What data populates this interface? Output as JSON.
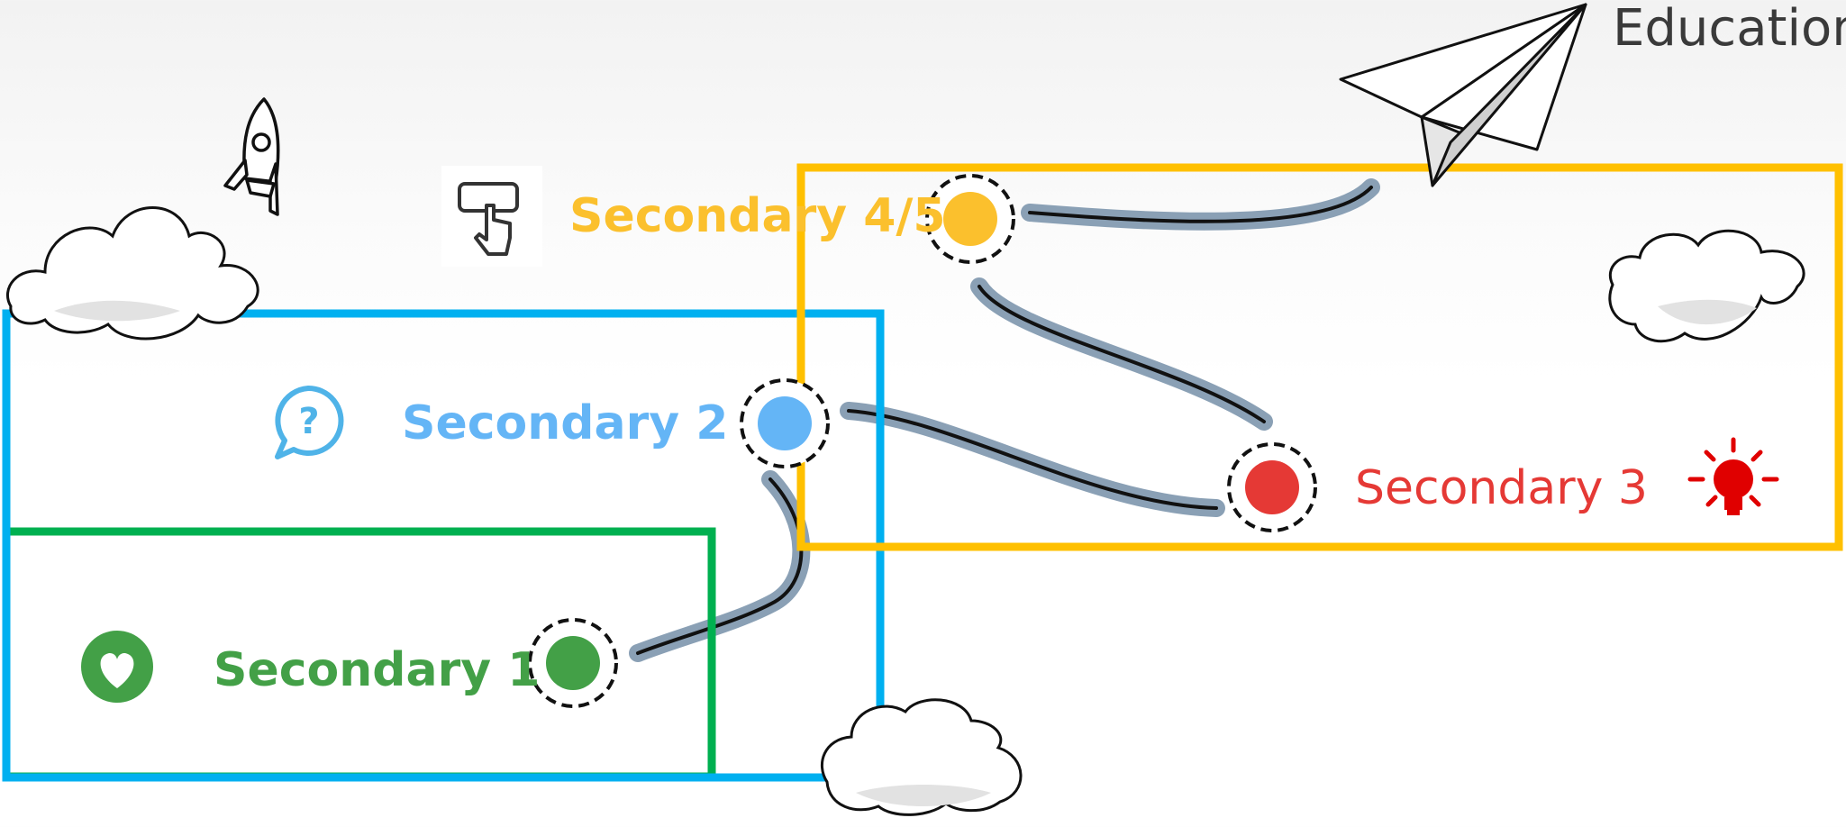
{
  "title": "Education",
  "nodes": [
    {
      "label": "Secondary 1",
      "color": "#43a047",
      "icon": "heart-icon"
    },
    {
      "label": "Secondary 2",
      "color": "#64b5f6",
      "icon": "question-bubble-icon"
    },
    {
      "label": "Secondary 3",
      "color": "#e53935",
      "icon": "lightbulb-icon"
    },
    {
      "label": "Secondary 4/5",
      "color": "#fbc02d",
      "icon": "click-button-icon"
    }
  ],
  "frames": [
    {
      "color": "#00b050"
    },
    {
      "color": "#00b0f0"
    },
    {
      "color": "#ffc000"
    }
  ],
  "decorations": [
    "rocket-icon",
    "paper-plane-icon",
    "cloud-icon"
  ]
}
